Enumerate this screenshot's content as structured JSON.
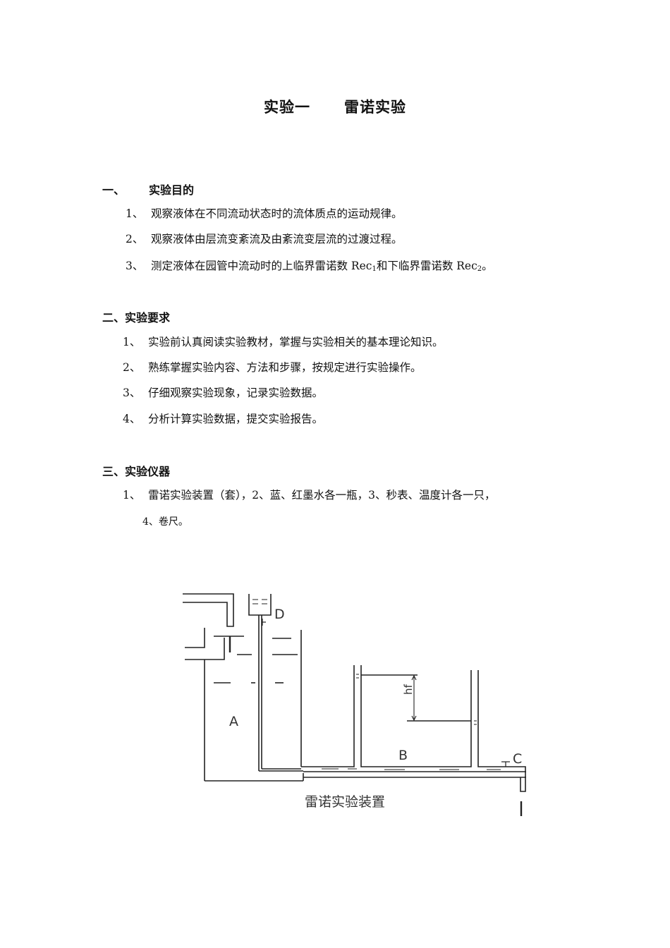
{
  "title": {
    "part1": "实验一",
    "part2": "雷诺实验"
  },
  "sections": [
    {
      "heading_num": "一、",
      "heading": "实验目的",
      "items": [
        {
          "num": "1、",
          "text": "观察液体在不同流动状态时的流体质点的运动规律。"
        },
        {
          "num": "2、",
          "text": "观察液体由层流变紊流及由紊流变层流的过渡过程。"
        },
        {
          "num": "3、",
          "text_a": "测定液体在园管中流动时的上临界雷诺数 Rec",
          "sub_a": "1",
          "text_b": "和下临界雷诺数 Rec",
          "sub_b": "2",
          "text_c": "。"
        }
      ]
    },
    {
      "heading_num": "二、",
      "heading": "实验要求",
      "items": [
        {
          "num": "1、",
          "text": "实验前认真阅读实验教材，掌握与实验相关的基本理论知识。"
        },
        {
          "num": "2、",
          "text": "熟练掌握实验内容、方法和步骤，按规定进行实验操作。"
        },
        {
          "num": "3、",
          "text": "仔细观察实验现象，记录实验数据。"
        },
        {
          "num": "4、",
          "text": "分析计算实验数据，提交实验报告。"
        }
      ]
    },
    {
      "heading_num": "三、",
      "heading": "实验仪器",
      "items": [
        {
          "num": "1、",
          "text": "雷诺实验装置（套），2、蓝、红墨水各一瓶，3、秒表、温度计各一只，",
          "continuation": "4、卷尺。"
        }
      ]
    }
  ],
  "figure": {
    "caption": "雷诺实验装置",
    "labels": {
      "a": "A",
      "b": "B",
      "c": "C",
      "d": "D",
      "hf": "hf"
    },
    "line_color": "#222222"
  }
}
